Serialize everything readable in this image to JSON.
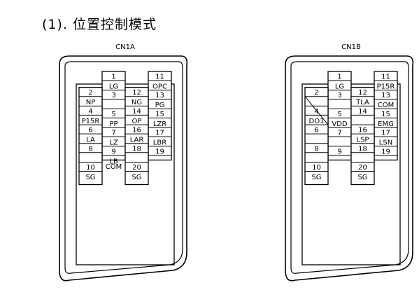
{
  "title": "(1). 位置控制模式",
  "connectors": [
    {
      "name": "CN1A",
      "pins": [
        {
          "pin": "1",
          "signal": "LG"
        },
        {
          "pin": "2",
          "signal": "NP"
        },
        {
          "pin": "3",
          "signal": ""
        },
        {
          "pin": "4",
          "signal": "P15R"
        },
        {
          "pin": "5",
          "signal": "PP"
        },
        {
          "pin": "6",
          "signal": "LA"
        },
        {
          "pin": "7",
          "signal": "LZ"
        },
        {
          "pin": "8",
          "signal": ""
        },
        {
          "pin": "9",
          "signal": "LB"
        },
        {
          "pin": "10",
          "signal": "SG"
        },
        {
          "pin": "11",
          "signal": "OPC"
        },
        {
          "pin": "12",
          "signal": "NG"
        },
        {
          "pin": "13",
          "signal": "PG"
        },
        {
          "pin": "14",
          "signal": "OP"
        },
        {
          "pin": "15",
          "signal": "LZR"
        },
        {
          "pin": "16",
          "signal": "LAR"
        },
        {
          "pin": "17",
          "signal": "LBR"
        },
        {
          "pin": "18",
          "signal": ""
        },
        {
          "pin": "19",
          "signal": ""
        },
        {
          "pin": "20",
          "signal": "SG"
        }
      ],
      "shared_labels": [
        {
          "text": "COM",
          "pins": [
            "9",
            "10"
          ]
        }
      ]
    },
    {
      "name": "CN1B",
      "pins": [
        {
          "pin": "1",
          "signal": "LG"
        },
        {
          "pin": "2",
          "signal": ""
        },
        {
          "pin": "3",
          "signal": ""
        },
        {
          "pin": "4",
          "signal": "DO1"
        },
        {
          "pin": "5",
          "signal": "VDD"
        },
        {
          "pin": "6",
          "signal": ""
        },
        {
          "pin": "7",
          "signal": ""
        },
        {
          "pin": "8",
          "signal": ""
        },
        {
          "pin": "9",
          "signal": ""
        },
        {
          "pin": "10",
          "signal": "SG"
        },
        {
          "pin": "11",
          "signal": "P15R"
        },
        {
          "pin": "12",
          "signal": "TLA"
        },
        {
          "pin": "13",
          "signal": "COM"
        },
        {
          "pin": "14",
          "signal": ""
        },
        {
          "pin": "15",
          "signal": "EMG"
        },
        {
          "pin": "16",
          "signal": "LSP"
        },
        {
          "pin": "17",
          "signal": "LSN"
        },
        {
          "pin": "18",
          "signal": ""
        },
        {
          "pin": "19",
          "signal": ""
        },
        {
          "pin": "20",
          "signal": "SG"
        }
      ],
      "shared_labels": []
    }
  ]
}
